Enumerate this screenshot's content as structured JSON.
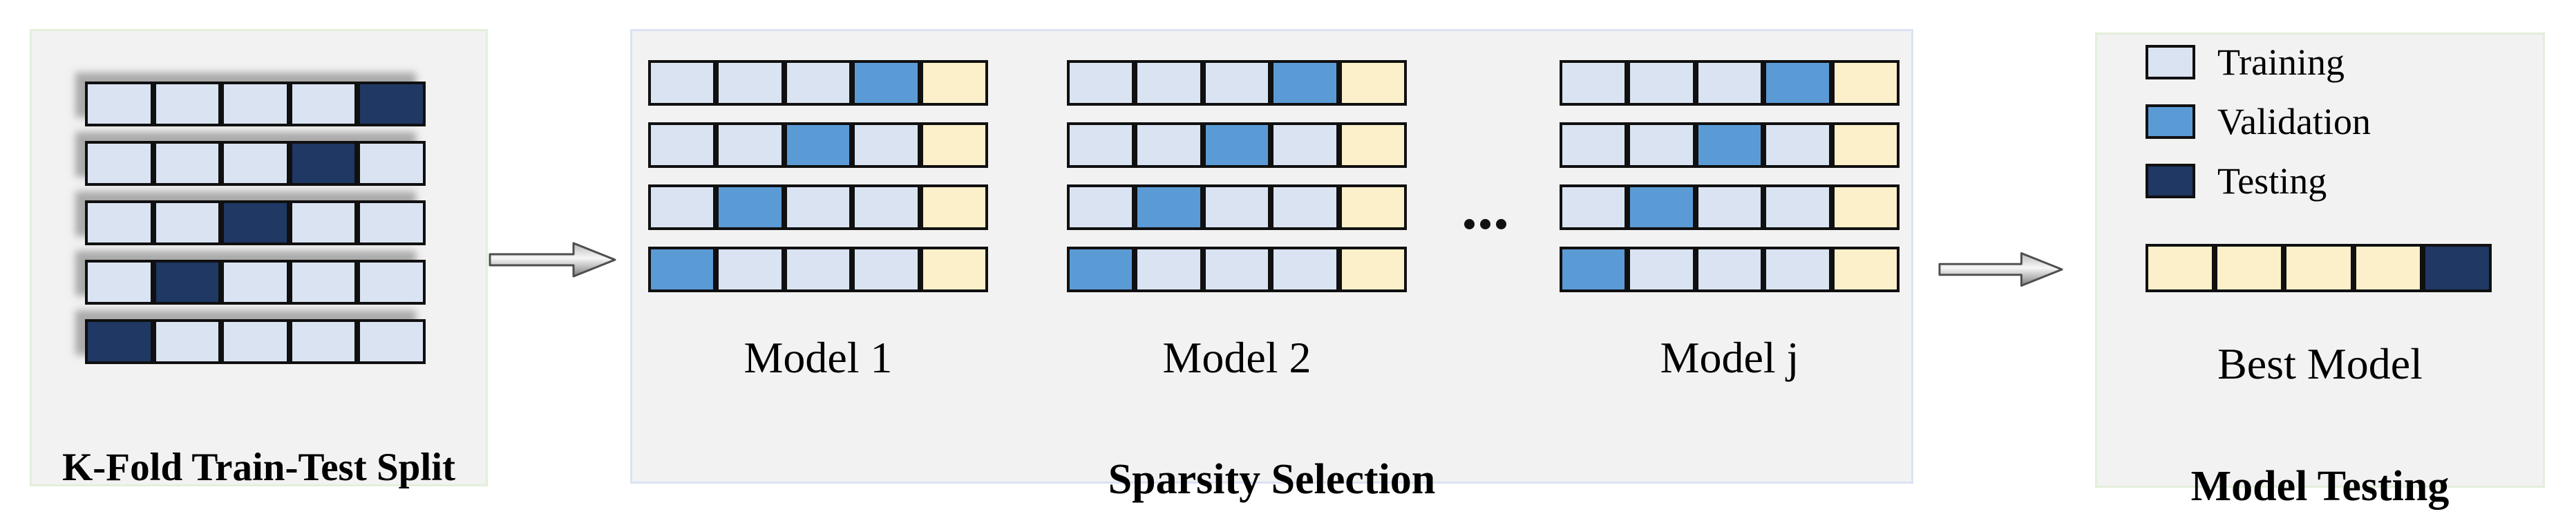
{
  "kfold": {
    "title": "K-Fold Train-Test Split",
    "rows": [
      [
        "t",
        "t",
        "t",
        "t",
        "d"
      ],
      [
        "t",
        "t",
        "t",
        "d",
        "t"
      ],
      [
        "t",
        "t",
        "d",
        "t",
        "t"
      ],
      [
        "t",
        "d",
        "t",
        "t",
        "t"
      ],
      [
        "d",
        "t",
        "t",
        "t",
        "t"
      ]
    ]
  },
  "sparsity": {
    "title": "Sparsity Selection",
    "ellipsis": "...",
    "models": [
      {
        "label": "Model 1",
        "rows": [
          [
            "t",
            "t",
            "t",
            "v",
            "y"
          ],
          [
            "t",
            "t",
            "v",
            "t",
            "y"
          ],
          [
            "t",
            "v",
            "t",
            "t",
            "y"
          ],
          [
            "v",
            "t",
            "t",
            "t",
            "y"
          ]
        ]
      },
      {
        "label": "Model 2",
        "rows": [
          [
            "t",
            "t",
            "t",
            "v",
            "y"
          ],
          [
            "t",
            "t",
            "v",
            "t",
            "y"
          ],
          [
            "t",
            "v",
            "t",
            "t",
            "y"
          ],
          [
            "v",
            "t",
            "t",
            "t",
            "y"
          ]
        ]
      },
      {
        "label": "Model j",
        "rows": [
          [
            "t",
            "t",
            "t",
            "v",
            "y"
          ],
          [
            "t",
            "t",
            "v",
            "t",
            "y"
          ],
          [
            "t",
            "v",
            "t",
            "t",
            "y"
          ],
          [
            "v",
            "t",
            "t",
            "t",
            "y"
          ]
        ]
      }
    ]
  },
  "testing": {
    "title": "Model Testing",
    "best_label": "Best Model",
    "best_rows": [
      [
        "y",
        "y",
        "y",
        "y",
        "d"
      ]
    ],
    "legend": [
      {
        "label": "Training",
        "color_key": "training"
      },
      {
        "label": "Validation",
        "color_key": "validation"
      },
      {
        "label": "Testing",
        "color_key": "testing"
      }
    ]
  },
  "colors": {
    "training": "#dae3f2",
    "validation": "#5b9bd5",
    "testing": "#1f3864",
    "final": "#fbf0c9",
    "cell_border": "#101010",
    "panel_bg": "#f2f2f2",
    "green_panel_border": "#e3efda",
    "blue_panel_border": "#dbe2f4",
    "arrow_outline": "#4e4e4e"
  },
  "cell_code_map": {
    "t": "training",
    "v": "validation",
    "d": "testing",
    "y": "final"
  }
}
